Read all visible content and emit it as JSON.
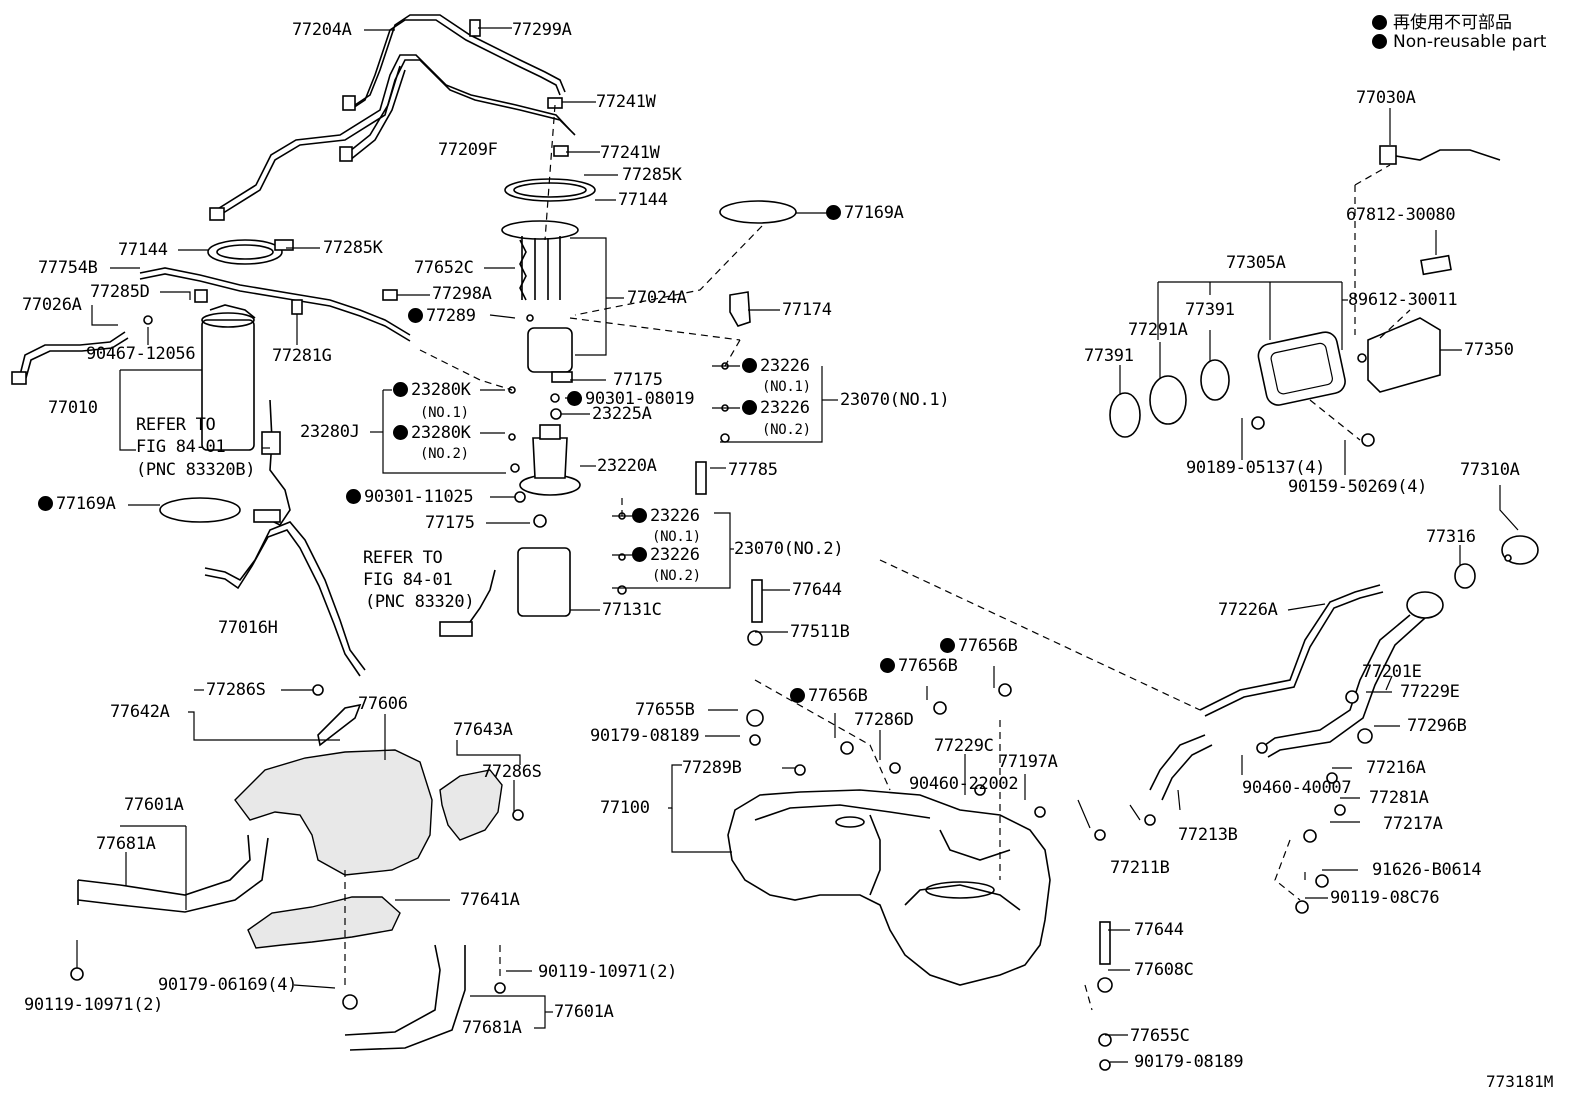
{
  "legend": {
    "jp": "再使用不可部品",
    "en": "Non-reusable part"
  },
  "figure_id": "773181M",
  "labels": [
    {
      "text": "77204A",
      "dot": false
    },
    {
      "text": "77299A",
      "dot": false
    },
    {
      "text": "77241W",
      "dot": false
    },
    {
      "text": "77209F",
      "dot": false
    },
    {
      "text": "77241W",
      "dot": false
    },
    {
      "text": "77285K",
      "dot": false
    },
    {
      "text": "77144",
      "dot": false
    },
    {
      "text": "77169A",
      "dot": true
    },
    {
      "text": "77144",
      "dot": false
    },
    {
      "text": "77285K",
      "dot": false
    },
    {
      "text": "77754B",
      "dot": false
    },
    {
      "text": "77652C",
      "dot": false
    },
    {
      "text": "77285D",
      "dot": false
    },
    {
      "text": "77298A",
      "dot": false
    },
    {
      "text": "77024A",
      "dot": false
    },
    {
      "text": "77026A",
      "dot": false
    },
    {
      "text": "77289",
      "dot": true
    },
    {
      "text": "77174",
      "dot": false
    },
    {
      "text": "90467-12056",
      "dot": false
    },
    {
      "text": "77281G",
      "dot": false
    },
    {
      "text": "77010",
      "dot": false
    },
    {
      "text": "23280K",
      "dot": true
    },
    {
      "text": "(NO.1)",
      "dot": false
    },
    {
      "text": "77175",
      "dot": false
    },
    {
      "text": "90301-08019",
      "dot": true
    },
    {
      "text": "23225A",
      "dot": false
    },
    {
      "text": "23226",
      "dot": true
    },
    {
      "text": "(NO.1)",
      "dot": false
    },
    {
      "text": "23226",
      "dot": true
    },
    {
      "text": "(NO.2)",
      "dot": false
    },
    {
      "text": "23070(NO.1)",
      "dot": false
    },
    {
      "text": "REFER TO",
      "dot": false
    },
    {
      "text": "FIG 84-01",
      "dot": false
    },
    {
      "text": "(PNC 83320B)",
      "dot": false
    },
    {
      "text": "23280J",
      "dot": false
    },
    {
      "text": "23280K",
      "dot": true
    },
    {
      "text": "(NO.2)",
      "dot": false
    },
    {
      "text": "23220A",
      "dot": false
    },
    {
      "text": "77785",
      "dot": false
    },
    {
      "text": "77169A",
      "dot": true
    },
    {
      "text": "90301-11025",
      "dot": true
    },
    {
      "text": "77175",
      "dot": false
    },
    {
      "text": "23226",
      "dot": true
    },
    {
      "text": "(NO.1)",
      "dot": false
    },
    {
      "text": "23226",
      "dot": true
    },
    {
      "text": "(NO.2)",
      "dot": false
    },
    {
      "text": "23070(NO.2)",
      "dot": false
    },
    {
      "text": "REFER TO",
      "dot": false
    },
    {
      "text": "FIG 84-01",
      "dot": false
    },
    {
      "text": "(PNC 83320)",
      "dot": false
    },
    {
      "text": "77131C",
      "dot": false
    },
    {
      "text": "77644",
      "dot": false
    },
    {
      "text": "77016H",
      "dot": false
    },
    {
      "text": "77511B",
      "dot": false
    },
    {
      "text": "77656B",
      "dot": true
    },
    {
      "text": "77656B",
      "dot": true
    },
    {
      "text": "77286S",
      "dot": false
    },
    {
      "text": "77642A",
      "dot": false
    },
    {
      "text": "77606",
      "dot": false
    },
    {
      "text": "77656B",
      "dot": true
    },
    {
      "text": "77655B",
      "dot": false
    },
    {
      "text": "77643A",
      "dot": false
    },
    {
      "text": "90179-08189",
      "dot": false
    },
    {
      "text": "77286D",
      "dot": false
    },
    {
      "text": "77229C",
      "dot": false
    },
    {
      "text": "77289B",
      "dot": false
    },
    {
      "text": "77286S",
      "dot": false
    },
    {
      "text": "77197A",
      "dot": false
    },
    {
      "text": "77601A",
      "dot": false
    },
    {
      "text": "77100",
      "dot": false
    },
    {
      "text": "90460-22002",
      "dot": false
    },
    {
      "text": "77681A",
      "dot": false
    },
    {
      "text": "77211B",
      "dot": false
    },
    {
      "text": "77213B",
      "dot": false
    },
    {
      "text": "77641A",
      "dot": false
    },
    {
      "text": "77644",
      "dot": false
    },
    {
      "text": "90119-10971(2)",
      "dot": false
    },
    {
      "text": "90179-06169(4)",
      "dot": false
    },
    {
      "text": "77608C",
      "dot": false
    },
    {
      "text": "90119-10971(2)",
      "dot": false
    },
    {
      "text": "77601A",
      "dot": false
    },
    {
      "text": "77681A",
      "dot": false
    },
    {
      "text": "77655C",
      "dot": false
    },
    {
      "text": "90179-08189",
      "dot": false
    },
    {
      "text": "77030A",
      "dot": false
    },
    {
      "text": "67812-30080",
      "dot": false
    },
    {
      "text": "77305A",
      "dot": false
    },
    {
      "text": "77391",
      "dot": false
    },
    {
      "text": "89612-30011",
      "dot": false
    },
    {
      "text": "77291A",
      "dot": false
    },
    {
      "text": "77391",
      "dot": false
    },
    {
      "text": "77350",
      "dot": false
    },
    {
      "text": "90189-05137(4)",
      "dot": false
    },
    {
      "text": "90159-50269(4)",
      "dot": false
    },
    {
      "text": "77310A",
      "dot": false
    },
    {
      "text": "77316",
      "dot": false
    },
    {
      "text": "77226A",
      "dot": false
    },
    {
      "text": "77201E",
      "dot": false
    },
    {
      "text": "77229E",
      "dot": false
    },
    {
      "text": "77296B",
      "dot": false
    },
    {
      "text": "90460-40007",
      "dot": false
    },
    {
      "text": "77216A",
      "dot": false
    },
    {
      "text": "77281A",
      "dot": false
    },
    {
      "text": "77217A",
      "dot": false
    },
    {
      "text": "91626-B0614",
      "dot": false
    },
    {
      "text": "90119-08C76",
      "dot": false
    }
  ]
}
